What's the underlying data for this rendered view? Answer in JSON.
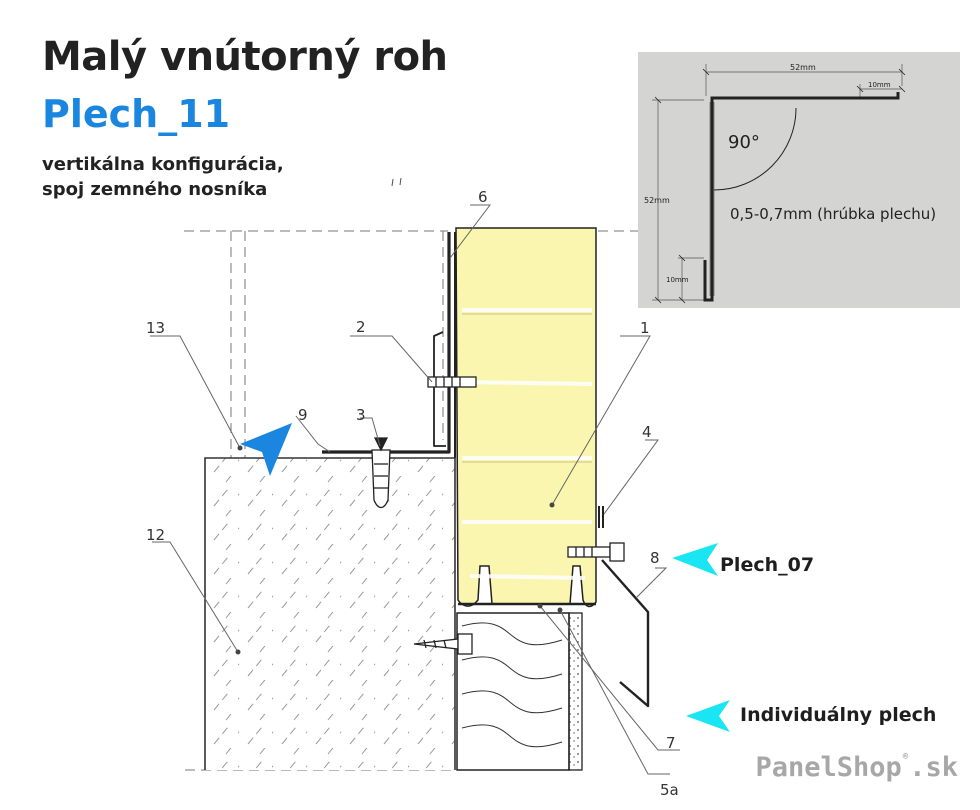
{
  "header": {
    "title": "Malý vnútorný roh",
    "subtitle": "Plech_11",
    "description_lines": [
      "vertikálna konfigurácia,",
      "spoj zemného nosníka"
    ]
  },
  "callouts": {
    "plech_07": "Plech_07",
    "individual": "Individuálny plech"
  },
  "brand": {
    "name": "PanelShop",
    "symbol": "®",
    "tld": ".sk"
  },
  "inset": {
    "top_width": "52mm",
    "top_return": "10mm",
    "left_height": "52mm",
    "bottom_return": "10mm",
    "angle": "90°",
    "thickness": "0,5-0,7mm (hrúbka plechu)"
  },
  "labels": [
    "1",
    "2",
    "3",
    "4",
    "5a",
    "6",
    "7",
    "8",
    "9",
    "12",
    "13"
  ],
  "colors": {
    "accent_blue": "#1a86e0",
    "callout_cyan": "#19e6f2",
    "panel_yellow": "#faf6b0",
    "inset_gray": "#d4d4d2",
    "brand_gray": "#a7a7a7"
  }
}
